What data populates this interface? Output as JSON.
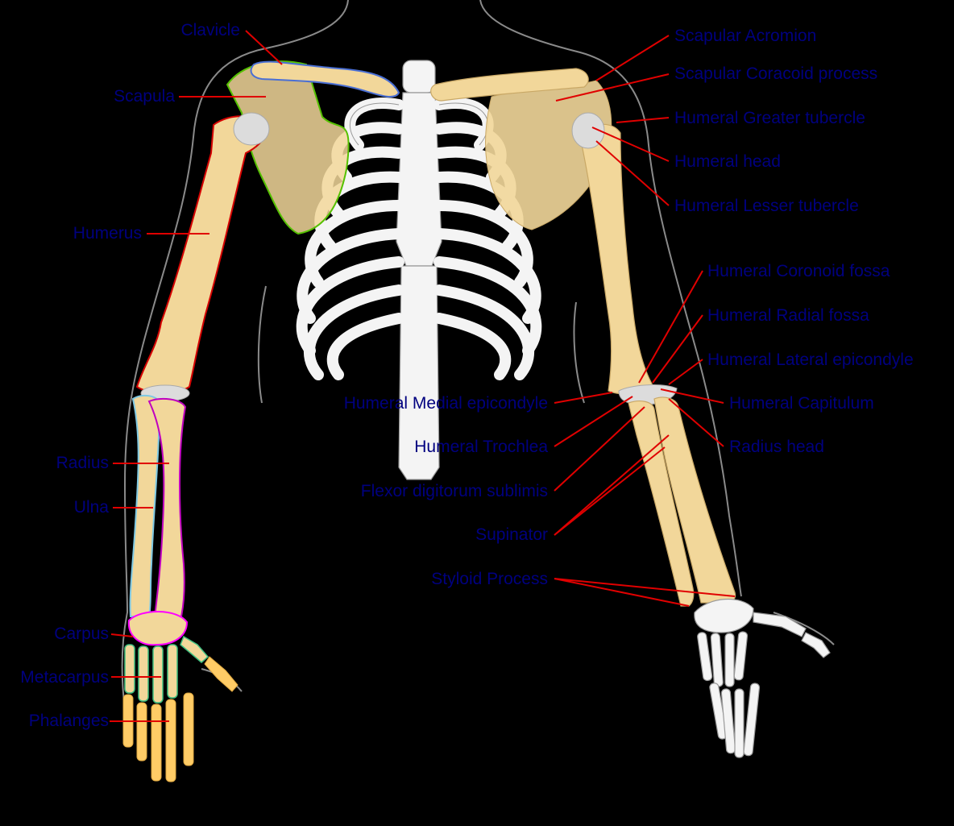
{
  "labels": {
    "clavicle": "Clavicle",
    "scapula": "Scapula",
    "humerus": "Humerus",
    "radius": "Radius",
    "ulna": "Ulna",
    "carpus": "Carpus",
    "metacarpus": "Metacarpus",
    "phalanges": "Phalanges",
    "scapular_acromion": "Scapular Acromion",
    "scapular_coracoid": "Scapular Coracoid process",
    "humeral_greater_tubercle": "Humeral Greater tubercle",
    "humeral_head": "Humeral head",
    "humeral_lesser_tubercle": "Humeral Lesser tubercle",
    "humeral_coronoid_fossa": "Humeral Coronoid fossa",
    "humeral_radial_fossa": "Humeral Radial fossa",
    "humeral_lateral_epicondyle": "Humeral Lateral epicondyle",
    "humeral_medial_epicondyle": "Humeral Medial epicondyle",
    "humeral_capitulum": "Humeral Capitulum",
    "humeral_trochlea": "Humeral Trochlea",
    "radius_head": "Radius head",
    "flexor_digitorum": "Flexor digitorum sublimis",
    "supinator": "Supinator",
    "styloid_process": "Styloid Process"
  },
  "colors": {
    "background": "#000000",
    "label_text": "#00007f",
    "leader_line": "#e00000",
    "bone_fill": "#f2d79a",
    "skeleton_white": "#f4f4f4",
    "body_outline": "#8a8a8a",
    "clavicle_outline": "#4a6fd4",
    "scapula_outline": "#55c000",
    "humerus_outline": "#d40000",
    "radius_outline": "#c000c0",
    "ulna_outline": "#7ec8e3",
    "carpus_outline": "#ff00ff",
    "metacarpus_outline": "#40c080",
    "phalanges_fill": "#ffcc66"
  }
}
